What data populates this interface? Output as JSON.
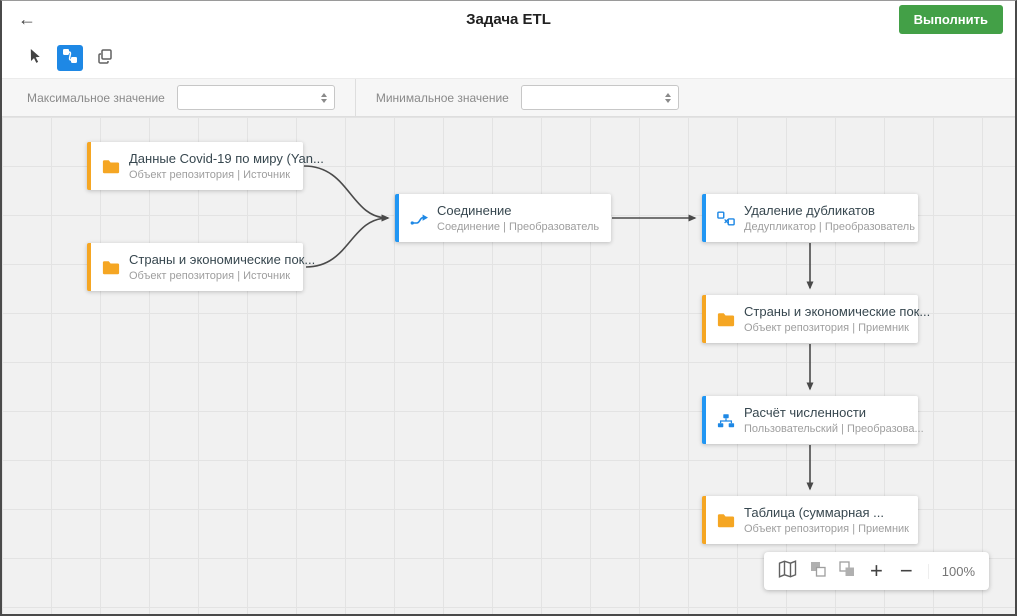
{
  "header": {
    "back_icon": "←",
    "title": "Задача ETL",
    "run_button_label": "Выполнить"
  },
  "toolbar": {
    "icons": [
      "cursor-icon",
      "scheme-icon",
      "duplicate-icon"
    ],
    "active_tool": "scheme-icon",
    "active_color": "#1E88E5"
  },
  "filter_bar": {
    "max": {
      "label": "Максимальное значение",
      "value": ""
    },
    "min": {
      "label": "Минимальное значение",
      "value": ""
    }
  },
  "canvas": {
    "nodes": [
      {
        "id": "n1",
        "title": "Данные Covid-19 по миру (Yan...",
        "subtitle": "Объект репозитория | Источник",
        "icon": "folder-icon",
        "accent_color": "#F5A623"
      },
      {
        "id": "n2",
        "title": "Страны и экономические пок...",
        "subtitle": "Объект репозитория | Источник",
        "icon": "folder-icon",
        "accent_color": "#F5A623"
      },
      {
        "id": "n3",
        "title": "Соединение",
        "subtitle": "Соединение | Преобразователь",
        "icon": "join-icon",
        "accent_color": "#2196F3"
      },
      {
        "id": "n4",
        "title": "Удаление дубликатов",
        "subtitle": "Дедупликатор | Преобразователь",
        "icon": "dedup-icon",
        "accent_color": "#2196F3"
      },
      {
        "id": "n5",
        "title": "Страны и экономические пок...",
        "subtitle": "Объект репозитория | Приемник",
        "icon": "folder-icon",
        "accent_color": "#F5A623"
      },
      {
        "id": "n6",
        "title": "Расчёт численности",
        "subtitle": "Пользовательский | Преобразова...",
        "icon": "custom-transform-icon",
        "accent_color": "#2196F3"
      },
      {
        "id": "n7",
        "title": "Таблица (суммарная ...",
        "subtitle": "Объект репозитория | Приемник",
        "icon": "folder-icon",
        "accent_color": "#F5A623"
      }
    ],
    "edges": [
      {
        "from": "n1",
        "to": "n3"
      },
      {
        "from": "n2",
        "to": "n3"
      },
      {
        "from": "n3",
        "to": "n4"
      },
      {
        "from": "n4",
        "to": "n5"
      },
      {
        "from": "n5",
        "to": "n6"
      },
      {
        "from": "n6",
        "to": "n7"
      }
    ]
  },
  "zoom_controls": {
    "icons": [
      "map-icon",
      "bring-forward-icon",
      "send-backward-icon"
    ],
    "zoom_in_label": "+",
    "zoom_out_label": "−",
    "zoom_level": "100%"
  }
}
